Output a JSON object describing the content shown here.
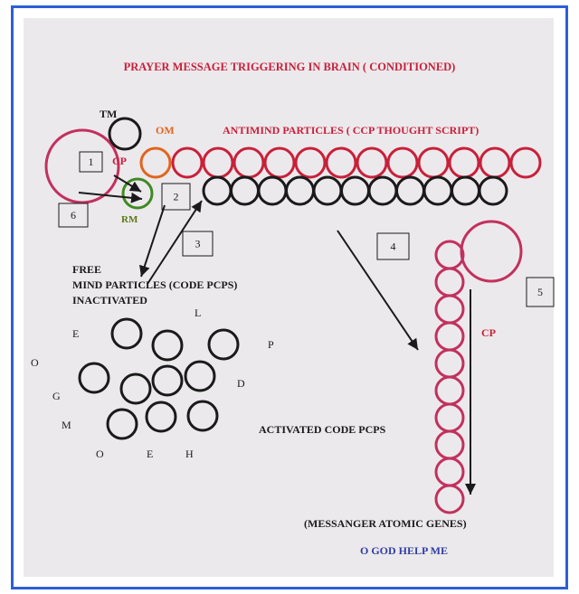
{
  "title": "PRAYER MESSAGE  TRIGGERING IN BRAIN ( CONDITIONED)",
  "labels": {
    "tm": "TM",
    "cp_left": "CP",
    "om": "OM",
    "rm": "RM",
    "antimind": "ANTIMIND PARTICLES  ( CCP  THOUGHT SCRIPT)",
    "free_line1": "FREE",
    "free_line2": "MIND  PARTICLES (CODE PCPS)",
    "free_line3": "INACTIVATED",
    "activated": "ACTIVATED CODE PCPS",
    "cp_right": "CP",
    "messenger": "(MESSANGER ATOMIC GENES)",
    "prayer": "O GOD HELP ME"
  },
  "step_boxes": [
    "1",
    "2",
    "3",
    "4",
    "5",
    "6"
  ],
  "scattered_letters": [
    "L",
    "E",
    "P",
    "O",
    "G",
    "D",
    "M",
    "O",
    "E",
    "H"
  ],
  "colors": {
    "frame": "#2c5fd6",
    "background": "#ece9ec",
    "red": "#c8203a",
    "pink": "#c2315e",
    "orange": "#e0651e",
    "green": "#3f8a23",
    "olive": "#5a7a16",
    "black": "#1a1a1a",
    "blue": "#2f3ea3"
  }
}
